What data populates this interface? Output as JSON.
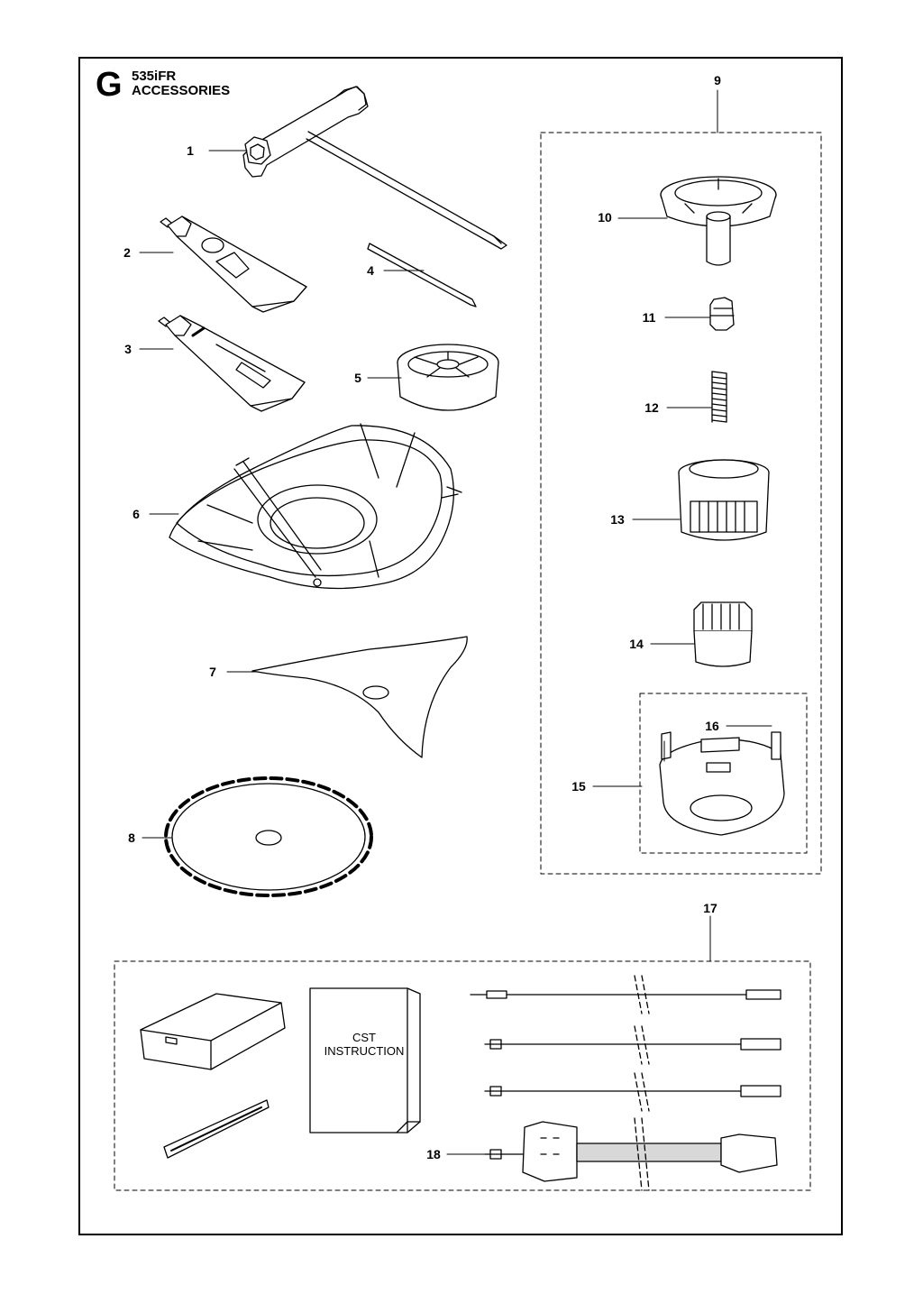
{
  "header": {
    "section_letter": "G",
    "model": "535iFR",
    "section_title": "ACCESSORIES"
  },
  "booklet": {
    "line1": "CST",
    "line2": "INSTRUCTION"
  },
  "callouts": [
    {
      "id": "1",
      "part": "combination-wrench"
    },
    {
      "id": "2",
      "part": "grease-tube"
    },
    {
      "id": "3",
      "part": "grease-tube"
    },
    {
      "id": "4",
      "part": "pin"
    },
    {
      "id": "5",
      "part": "cup"
    },
    {
      "id": "6",
      "part": "blade-guard"
    },
    {
      "id": "7",
      "part": "grass-blade"
    },
    {
      "id": "8",
      "part": "saw-blade"
    },
    {
      "id": "9",
      "part": "trimmer-head-kit"
    },
    {
      "id": "10",
      "part": "trimmer-head-base"
    },
    {
      "id": "11",
      "part": "nut"
    },
    {
      "id": "12",
      "part": "spring"
    },
    {
      "id": "13",
      "part": "spool"
    },
    {
      "id": "14",
      "part": "knob"
    },
    {
      "id": "15",
      "part": "cover"
    },
    {
      "id": "16",
      "part": "eyelet"
    },
    {
      "id": "17",
      "part": "service-kit"
    },
    {
      "id": "18",
      "part": "cable"
    }
  ],
  "colors": {
    "line": "#000000",
    "fill": "#ffffff",
    "shade": "#d8d8d8"
  }
}
